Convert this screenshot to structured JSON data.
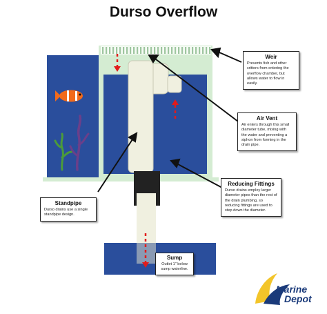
{
  "title": "Durso Overflow",
  "colors": {
    "water": "#2a4e9c",
    "tank_bg": "#cde8cc",
    "tank_frame": "#d4ecd2",
    "pipe": "#f0f0e0",
    "fitting": "#222222",
    "arrow": "#e21b1b",
    "logo_blue": "#1a3a7a",
    "logo_gold": "#f3c52a"
  },
  "icons": [
    "fish-icon",
    "seaweed-icon",
    "logo-wave-icon"
  ],
  "callouts": {
    "weir": {
      "title": "Weir",
      "body": "Prevents fish and other critters from entering the overflow chamber, but allows water to flow in easily."
    },
    "air_vent": {
      "title": "Air Vent",
      "body": "Air enters through this small diameter tube, mixing with the water and preventing a siphon from forming in the drain pipe."
    },
    "reducing_fittings": {
      "title": "Reducing Fittings",
      "body": "Durso drains employ larger diameter pipes than the rest of the drain plumbing, so reducing fittings are used to step down the diameter."
    },
    "standpipe": {
      "title": "Standpipe",
      "body": "Durso drains use a single standpipe design."
    },
    "sump": {
      "title": "Sump",
      "body": "Outlet 1\" below sump waterline."
    }
  },
  "logo": {
    "line1": "Marine",
    "line2": "Depot"
  }
}
